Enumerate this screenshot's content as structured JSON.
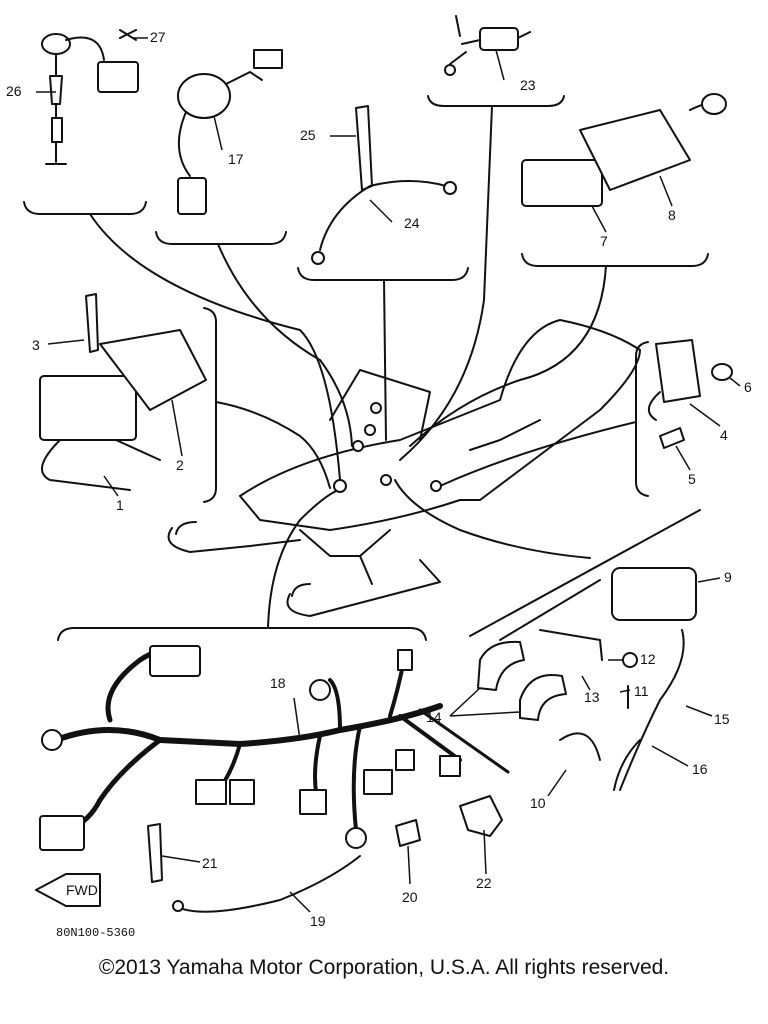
{
  "diagram": {
    "labels": {
      "p1": "1",
      "p2": "2",
      "p3": "3",
      "p4": "4",
      "p5": "5",
      "p6": "6",
      "p7": "7",
      "p8": "8",
      "p9": "9",
      "p10": "10",
      "p11": "11",
      "p12": "12",
      "p13": "13",
      "p14": "14",
      "p15": "15",
      "p16": "16",
      "p17": "17",
      "p18": "18",
      "p19": "19",
      "p20": "20",
      "p21": "21",
      "p22": "22",
      "p23": "23",
      "p24": "24",
      "p25": "25",
      "p26": "26",
      "p27": "27"
    },
    "fwd_label": "FWD",
    "drawing_code": "80N100-5360"
  },
  "footer": {
    "copyright": "©2013 Yamaha Motor Corporation, U.S.A. All rights reserved."
  }
}
